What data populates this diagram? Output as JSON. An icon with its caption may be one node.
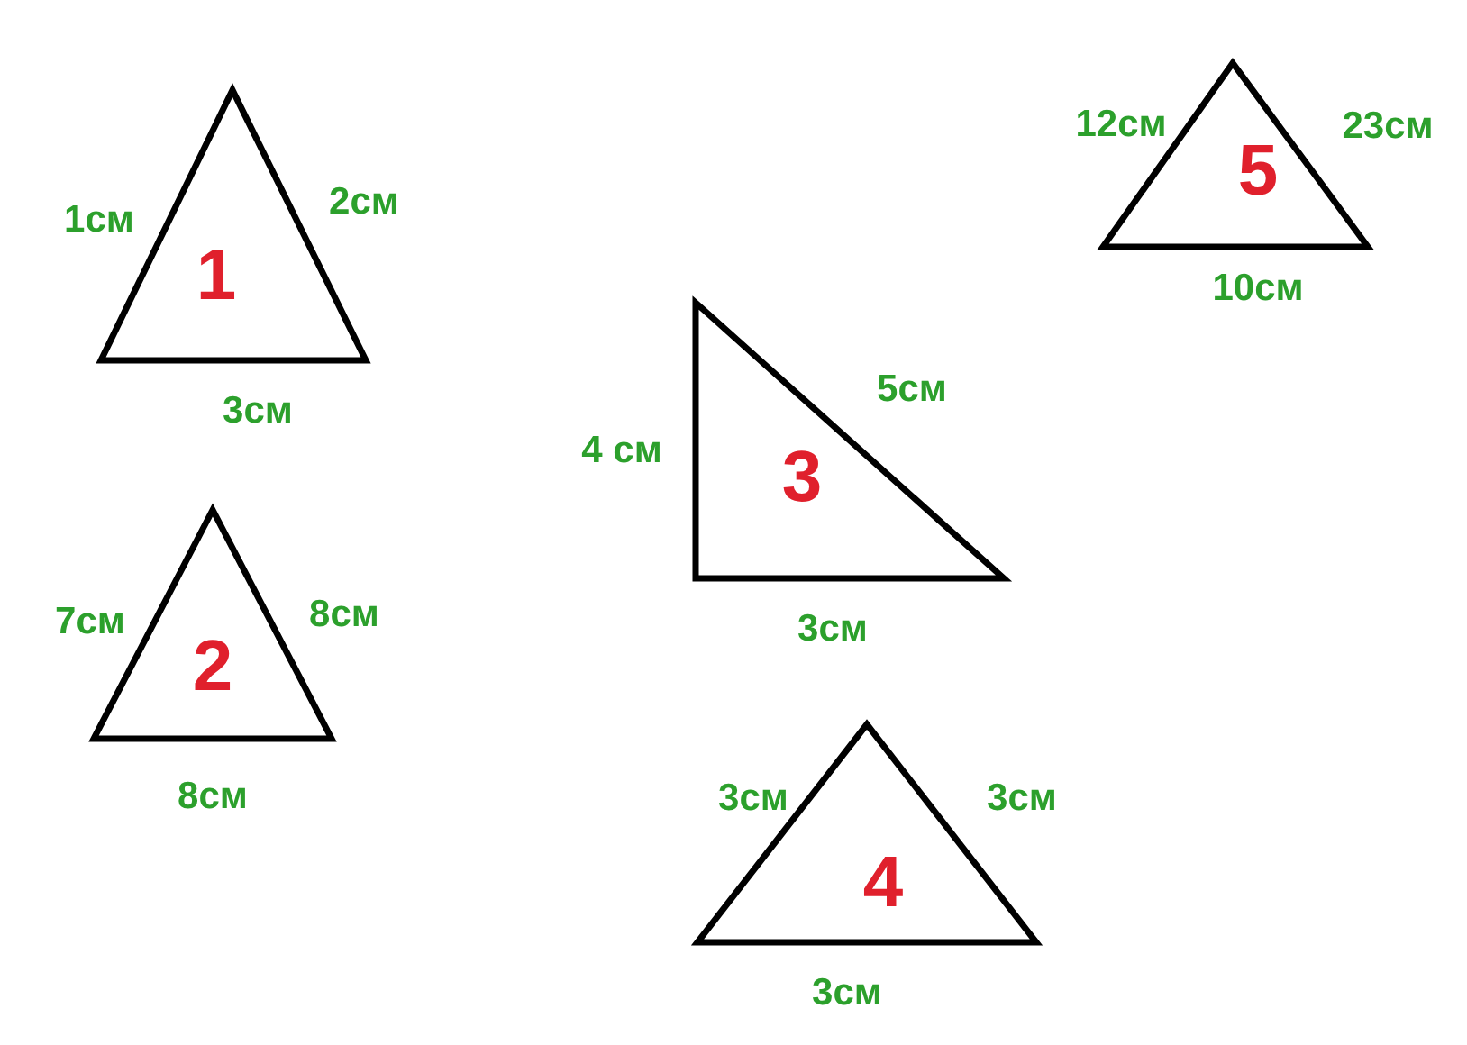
{
  "diagram": {
    "nodes": [
      {
        "text": [
          "1"
        ],
        "beside": [
          "1см",
          "2см",
          "3см"
        ]
      },
      {
        "text": [
          "2"
        ],
        "beside": [
          "7см",
          "8см",
          "8см"
        ]
      },
      {
        "text": [
          "3"
        ],
        "beside": [
          "4 см",
          "5см",
          "3см"
        ]
      },
      {
        "text": [
          "4"
        ],
        "beside": [
          "3см",
          "3см",
          "3см"
        ]
      },
      {
        "text": [
          "5"
        ],
        "beside": [
          "12см",
          "23см",
          "10см"
        ]
      }
    ]
  }
}
